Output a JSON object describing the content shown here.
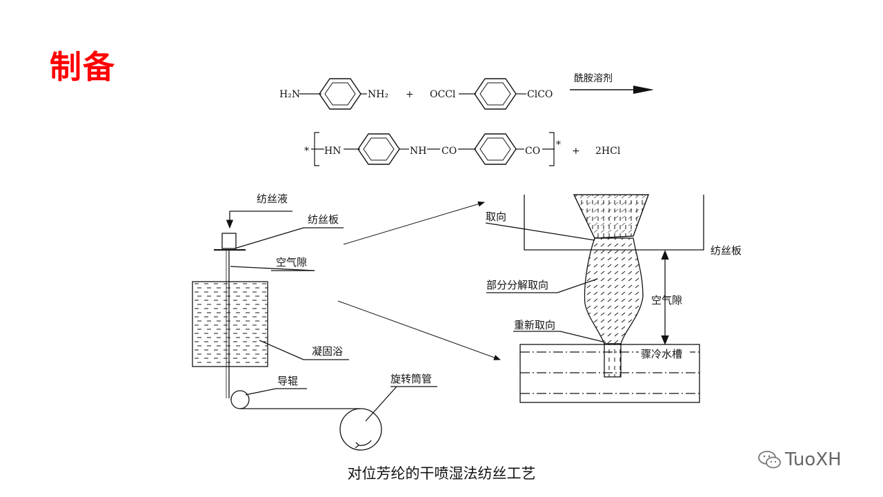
{
  "slide": {
    "title": "制备",
    "caption": "对位芳纶的干喷湿法纺丝工艺",
    "watermark": "TuoXH"
  },
  "reaction": {
    "reactant1_left": "H₂N",
    "reactant1_right": "NH₂",
    "plus1": "+",
    "reactant2_left": "OCCl",
    "reactant2_right": "ClCO",
    "condition": "酰胺溶剂",
    "product_star_left": "*",
    "product_hn": "HN",
    "product_nh": "NH",
    "product_dash1": "—",
    "product_co1": "CO",
    "product_co2": "CO",
    "product_star_right": "*",
    "plus2": "+",
    "byproduct": "2HCl"
  },
  "left_diagram": {
    "spinning_solution": "纺丝液",
    "spinneret": "纺丝板",
    "air_gap": "空气隙",
    "coagulation_bath": "凝固浴",
    "guide_roller": "导辊",
    "rotating_bobbin": "旋转筒管"
  },
  "right_diagram": {
    "orientation": "取向",
    "spinneret": "纺丝板",
    "partial_disorientation": "部分分解取向",
    "air_gap": "空气隙",
    "reorientation": "重新取向",
    "quench_tank": "骤冷水槽"
  },
  "colors": {
    "title": "#ff0000",
    "line": "#111111",
    "watermark": "#666666"
  }
}
